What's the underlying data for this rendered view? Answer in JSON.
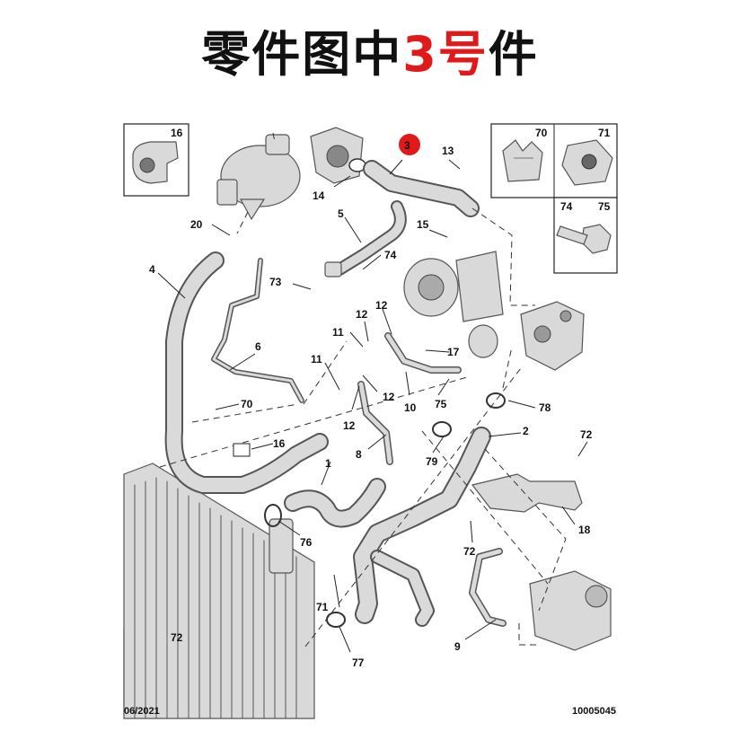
{
  "title": {
    "prefix": "零件图中",
    "highlight": "3号",
    "suffix": "件"
  },
  "colors": {
    "highlight": "#e01a1a",
    "callout_fill": "#e01a1a",
    "line": "#222222",
    "part_fill": "#d9d9d9"
  },
  "diagram": {
    "callouts": [
      {
        "id": "c3",
        "text": "3",
        "highlighted": true
      },
      {
        "id": "c1",
        "text": "1"
      },
      {
        "id": "c2",
        "text": "2"
      },
      {
        "id": "c4",
        "text": "4"
      },
      {
        "id": "c5",
        "text": "5"
      },
      {
        "id": "c6",
        "text": "6"
      },
      {
        "id": "c8",
        "text": "8"
      },
      {
        "id": "c9",
        "text": "9"
      },
      {
        "id": "c10",
        "text": "10"
      },
      {
        "id": "c11a",
        "text": "11"
      },
      {
        "id": "c11b",
        "text": "11"
      },
      {
        "id": "c12a",
        "text": "12"
      },
      {
        "id": "c12b",
        "text": "12"
      },
      {
        "id": "c12c",
        "text": "12"
      },
      {
        "id": "c12d",
        "text": "12"
      },
      {
        "id": "c13",
        "text": "13"
      },
      {
        "id": "c14",
        "text": "14"
      },
      {
        "id": "c15",
        "text": "15"
      },
      {
        "id": "c16",
        "text": "16"
      },
      {
        "id": "c17",
        "text": "17"
      },
      {
        "id": "c18",
        "text": "18"
      },
      {
        "id": "c20",
        "text": "20"
      },
      {
        "id": "c70",
        "text": "70"
      },
      {
        "id": "c71",
        "text": "71"
      },
      {
        "id": "c72a",
        "text": "72"
      },
      {
        "id": "c72b",
        "text": "72"
      },
      {
        "id": "c73",
        "text": "73"
      },
      {
        "id": "c74",
        "text": "74"
      },
      {
        "id": "c75",
        "text": "75"
      },
      {
        "id": "c76",
        "text": "76"
      },
      {
        "id": "c77",
        "text": "77"
      },
      {
        "id": "c78",
        "text": "78"
      },
      {
        "id": "c79",
        "text": "79"
      }
    ],
    "insets": [
      {
        "id": "inset16",
        "text": "16"
      },
      {
        "id": "inset70",
        "text": "70"
      },
      {
        "id": "inset71",
        "text": "71"
      },
      {
        "id": "inset74",
        "text": "74"
      },
      {
        "id": "inset75",
        "text": "75"
      },
      {
        "id": "inset72",
        "text": "72"
      }
    ],
    "date_code": "06/2021",
    "doc_number": "10005045"
  }
}
